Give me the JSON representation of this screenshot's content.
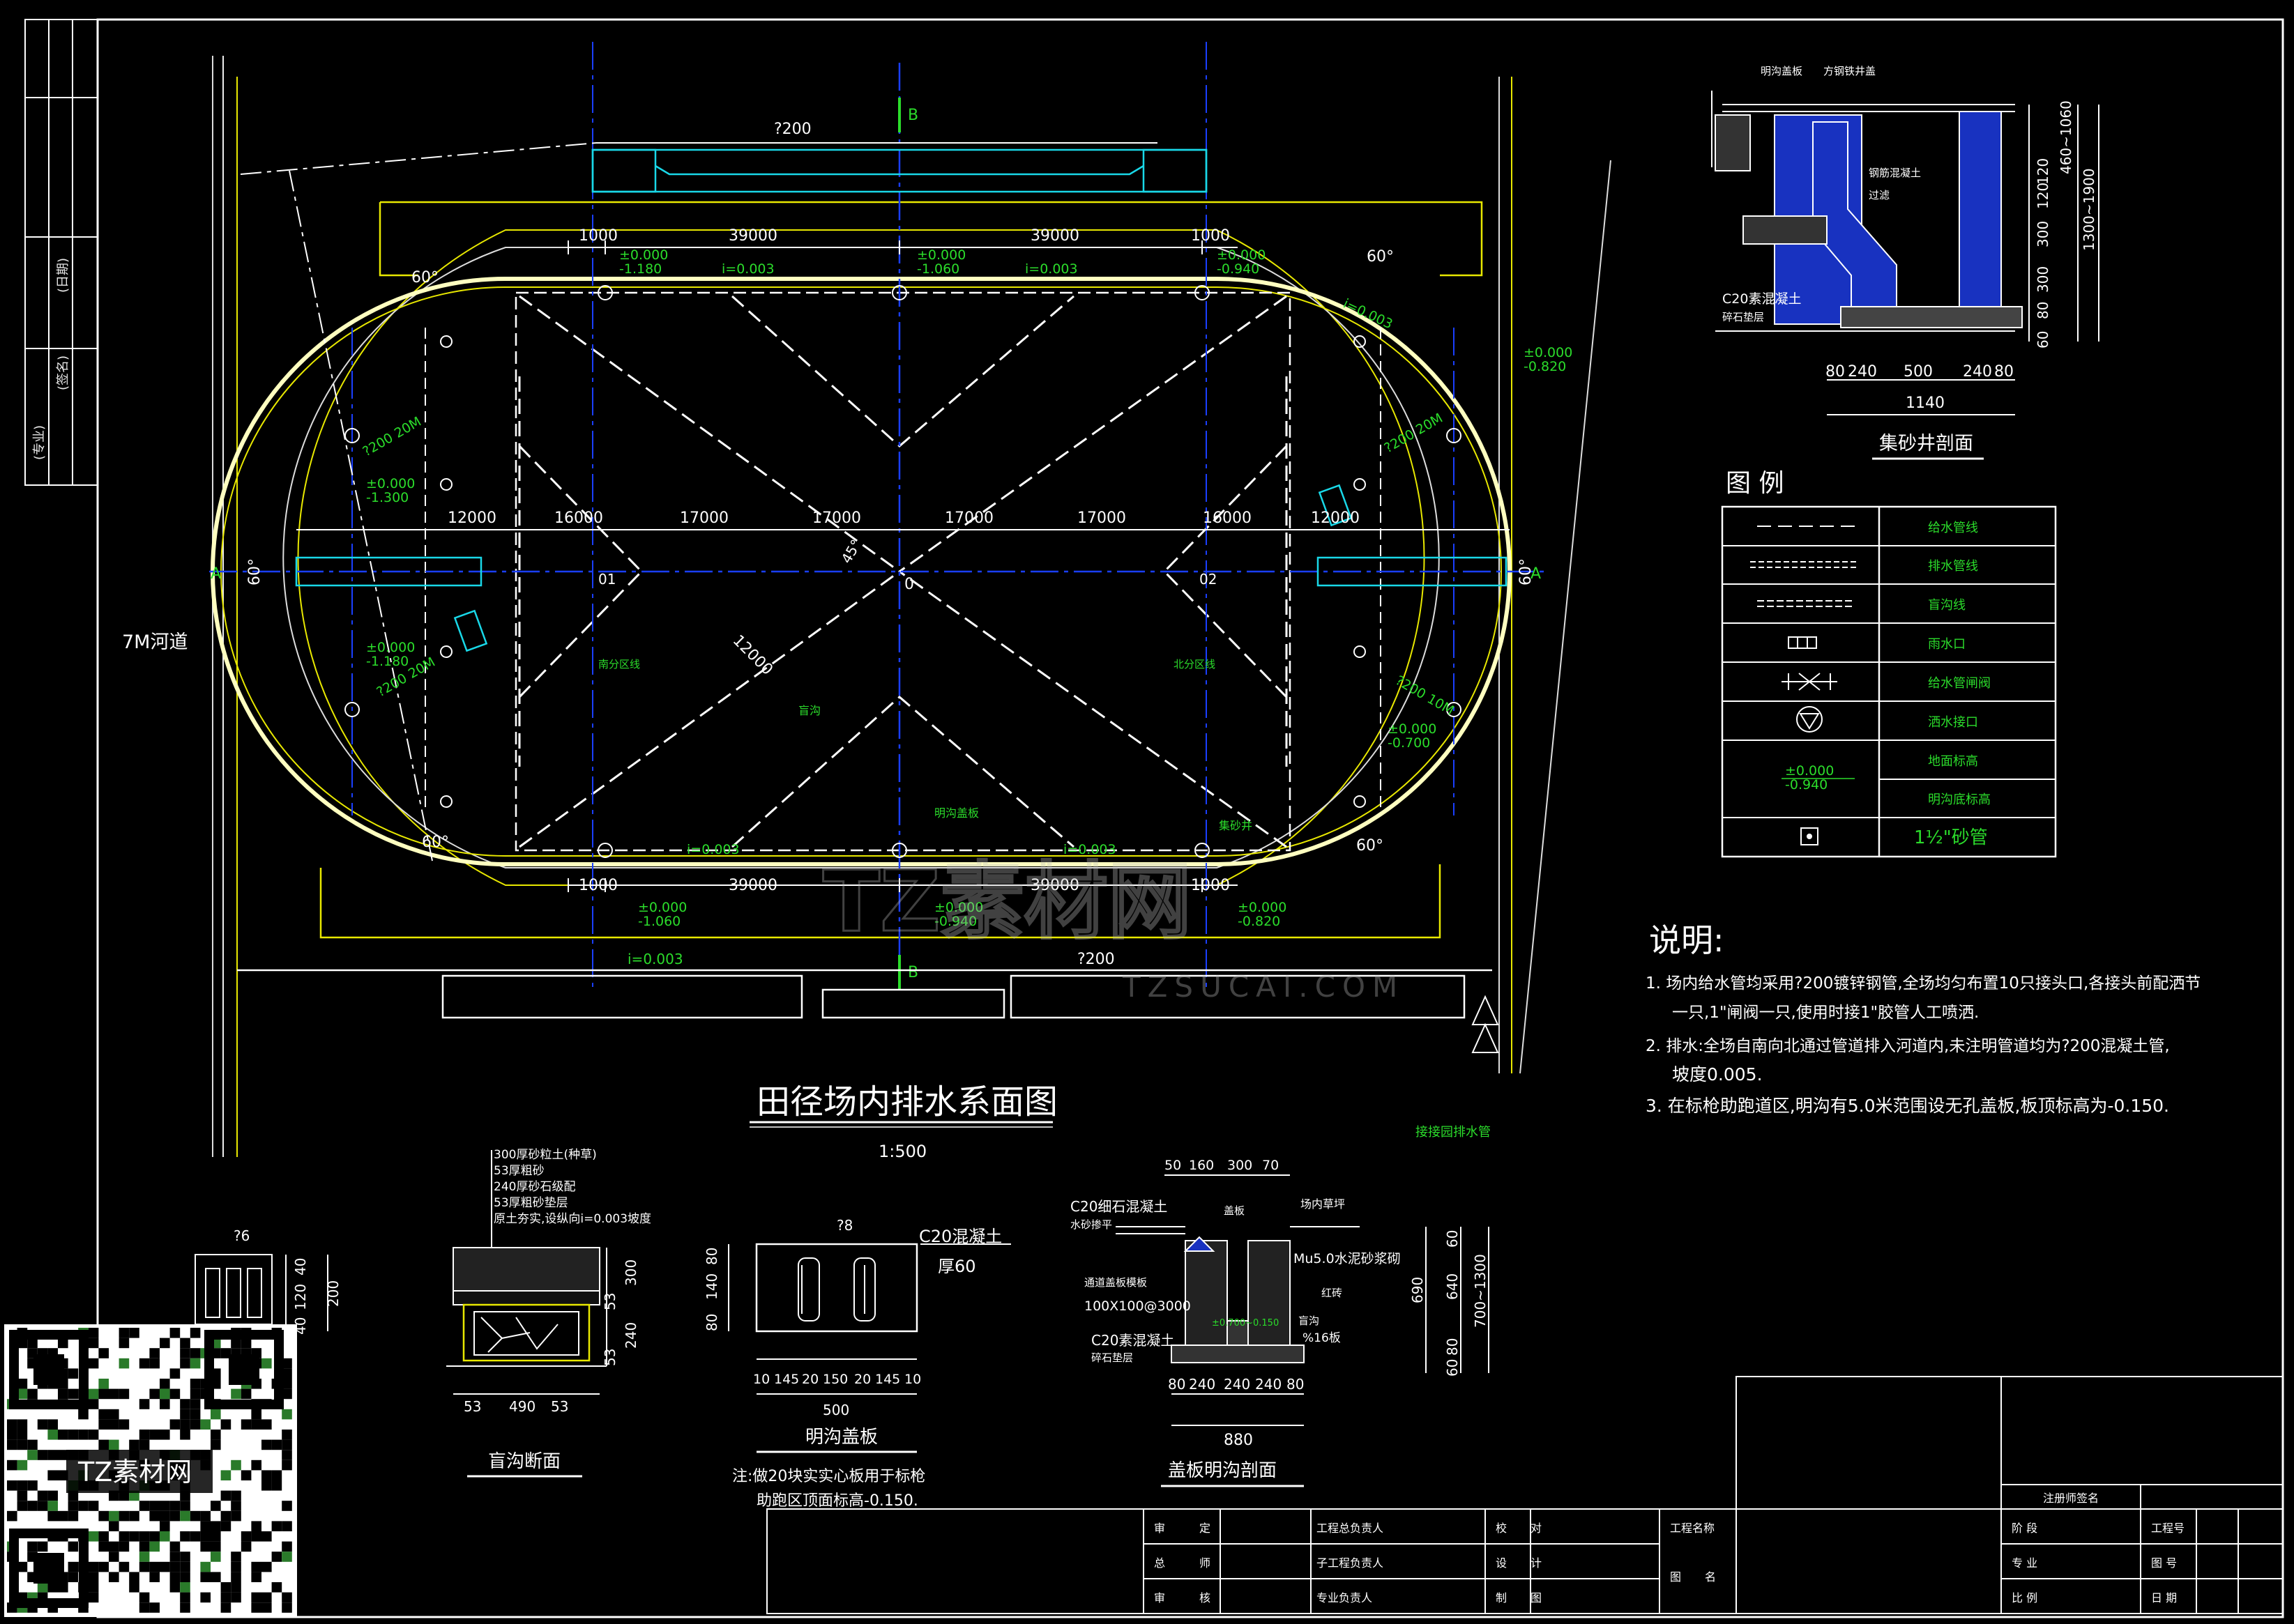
{
  "drawing": {
    "main_title": "田径场内排水系面图",
    "main_scale": "1:500",
    "river_label": "7M河道",
    "axis_labels": {
      "a": "A",
      "b": "B"
    },
    "center_label": "0",
    "left_center_label": "01",
    "right_center_label": "02",
    "angle_label": "45°",
    "top_pipe_label": "?200",
    "bottom_pipe_label": "?200",
    "slope_label": "i=0.003",
    "top_slopes": [
      "i=0.003",
      "i=0.003"
    ],
    "right_slope": "i=0.003",
    "bottom_slopes": [
      "i=0.003",
      "i=0.003"
    ],
    "bottom_pipe_slope": "i=0.003",
    "angles": [
      "60°",
      "60°",
      "60°",
      "60°",
      "60°",
      "60°"
    ],
    "top_dims": [
      "1000",
      "39000",
      "39000",
      "1000"
    ],
    "bottom_dims": [
      "1000",
      "39000",
      "39000",
      "1000"
    ],
    "mid_dims": [
      "12000",
      "16000",
      "17000",
      "17000",
      "17000",
      "17000",
      "16000",
      "12000"
    ],
    "diag_dim": "12000",
    "top_elevations": [
      {
        "top": "±0.000",
        "bot": "-1.180"
      },
      {
        "top": "±0.000",
        "bot": "-1.060"
      },
      {
        "top": "±0.000",
        "bot": "-0.940"
      }
    ],
    "bottom_elevations": [
      {
        "top": "±0.000",
        "bot": "-1.060"
      },
      {
        "top": "±0.000",
        "bot": "-0.940"
      },
      {
        "top": "±0.000",
        "bot": "-0.820"
      }
    ],
    "left_elevations": [
      {
        "top": "±0.000",
        "bot": "-1.300"
      },
      {
        "top": "±0.000",
        "bot": "-1.180"
      }
    ],
    "right_elevations": [
      {
        "top": "±0.000",
        "bot": "-0.820"
      },
      {
        "top": "±0.000",
        "bot": "-0.700"
      }
    ],
    "pipe_tags": [
      "?200 20M",
      "?200 20M",
      "?200 20M",
      "?200 10M"
    ],
    "field_labels": {
      "left_zone": "南分区线",
      "right_zone": "北分区线",
      "blind": "盲沟",
      "ditch_cover": "明沟盖板",
      "sump": "集砂井"
    },
    "connect_label": "接接园排水管"
  },
  "sump_section": {
    "title": "集砂井剖面",
    "labels": [
      "明沟盖板",
      "方钢铁井盖",
      "钢筋混凝土",
      "过滤",
      "C20素混凝土",
      "碎石垫层"
    ],
    "dims_bottom": [
      "80",
      "240",
      "500",
      "240",
      "80"
    ],
    "total": "1140",
    "dims_right": [
      "120",
      "120",
      "300",
      "300",
      "80",
      "60"
    ],
    "dims_right_outer": [
      "460~1060",
      "1300~1900"
    ]
  },
  "legend": {
    "title": "图 例",
    "items": [
      "给水管线",
      "排水管线",
      "盲沟线",
      "雨水口",
      "给水管闸阀",
      "洒水接口",
      "地面标高",
      "明沟底标高",
      "1½\"砂管"
    ],
    "elev_sample": {
      "top": "±0.000",
      "bot": "-0.940"
    }
  },
  "notes": {
    "title": "说明:",
    "lines": [
      "1. 场内给水管均采用?200镀锌钢管,全场均匀布置10只接头口,各接头前配洒节",
      "一只,1\"闸阀一只,使用时接1\"胶管人工喷洒.",
      "2. 排水:全场自南向北通过管道排入河道内,未注明管道均为?200混凝土管,",
      "坡度0.005.",
      "3. 在标枪助跑道区,明沟有5.0米范围设无孔盖板,板顶标高为-0.150."
    ]
  },
  "details": {
    "small_pipe_label": "?6",
    "small_dims": [
      "40",
      "120",
      "40",
      "200"
    ],
    "blind_title": "盲沟断面",
    "blind_layers": [
      "300厚砂粒土(种草)",
      "53厚粗砂",
      "240厚砂石级配",
      "53厚粗砂垫层",
      "原土夯实,设纵向i=0.003坡度"
    ],
    "blind_dims": [
      "53",
      "490",
      "53"
    ],
    "blind_right_dims": [
      "300",
      "53",
      "240",
      "53"
    ],
    "cover_title": "明沟盖板",
    "cover_pipe": "?8",
    "cover_material": "C20混凝土",
    "cover_thick": "厚60",
    "cover_dims": [
      "10",
      "145",
      "20",
      "150",
      "20",
      "145",
      "10"
    ],
    "cover_total": "500",
    "cover_left_dims": [
      "80",
      "140",
      "80"
    ],
    "cover_note": [
      "注:做20块实实心板用于标枪",
      "助跑区顶面标高-0.150."
    ],
    "ditch_title": "盖板明沟剖面",
    "ditch_top_dims": [
      "50",
      "160",
      "300",
      "70"
    ],
    "ditch_labels": [
      "C20细石混凝土",
      "水砂掺平",
      "盖板",
      "场内草坪",
      "Mu5.0水泥砂浆砌",
      "红砖",
      "通道盖板模板",
      "100X100@3000",
      "C20素混凝土",
      "碎石垫层",
      "盲沟",
      "%16板",
      "±0.700~0.150"
    ],
    "ditch_bottom_dims": [
      "80",
      "240",
      "240",
      "240",
      "80"
    ],
    "ditch_total": "880",
    "ditch_right_dims": [
      "60",
      "690",
      "640",
      "80",
      "60"
    ],
    "ditch_right_outer": "700~1300"
  },
  "title_block": {
    "cells": [
      "审",
      "定",
      "工程总负责人",
      "校",
      "对",
      "工程名称",
      "总",
      "师",
      "子工程负责人",
      "设",
      "计",
      "图",
      "名",
      "审",
      "核",
      "专业负责人",
      "制",
      "图"
    ],
    "right": [
      "注册师签名",
      "阶 段",
      "工程号",
      "专 业",
      "图 号",
      "比 例",
      "日 期"
    ]
  },
  "left_strip": [
    "(日期)",
    "(签名)",
    "(专业)"
  ],
  "watermark": {
    "big": "TZ素材网",
    "small": "TZSUCAI.COM",
    "qr_label": "TZ素材网"
  }
}
